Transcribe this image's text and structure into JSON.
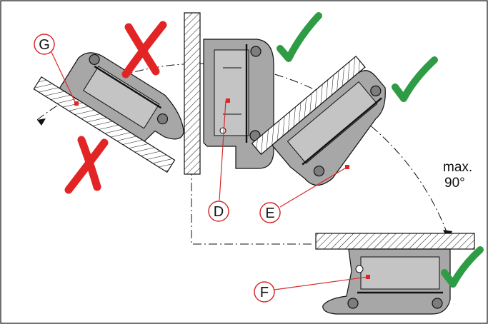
{
  "diagram": {
    "callouts": {
      "g": "G",
      "d": "D",
      "e": "E",
      "f": "F"
    },
    "max_angle": {
      "line1": "max.",
      "line2": "90°"
    },
    "status": {
      "top_left": "not-allowed",
      "mid_left": "not-allowed",
      "top_center": "allowed",
      "right": "allowed",
      "bottom_right": "allowed"
    },
    "colors": {
      "cross": "#e32424",
      "check": "#2e9b45",
      "callout_line": "#d62b2b",
      "part_fill": "#a7a7a7",
      "part_dark": "#7d7d7d",
      "outline": "#111111"
    },
    "icons": [
      "cross-icon",
      "check-icon"
    ]
  }
}
